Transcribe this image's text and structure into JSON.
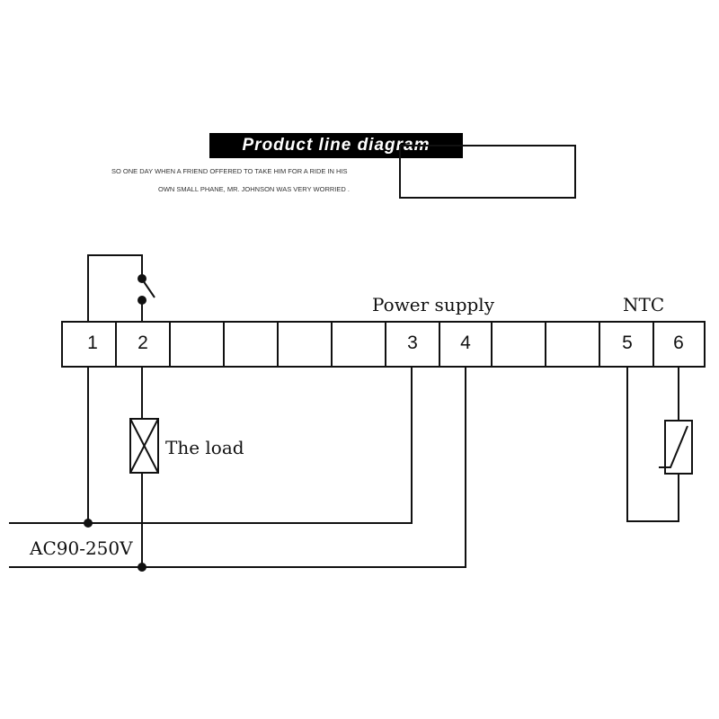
{
  "header": {
    "title": "Product line diagram",
    "caption_line1": "SO ONE DAY WHEN A FRIEND OFFERED TO TAKE HIM FOR A RIDE IN HIS",
    "caption_line2": "OWN SMALL PHANE, MR. JOHNSON WAS VERY WORRIED ."
  },
  "terminals": [
    "1",
    "2",
    "",
    "",
    "",
    "",
    "3",
    "4",
    "",
    "",
    "5",
    "6"
  ],
  "labels": {
    "power_supply": "Power supply",
    "ntc": "NTC",
    "load": "The load",
    "voltage": "AC90-250V"
  }
}
